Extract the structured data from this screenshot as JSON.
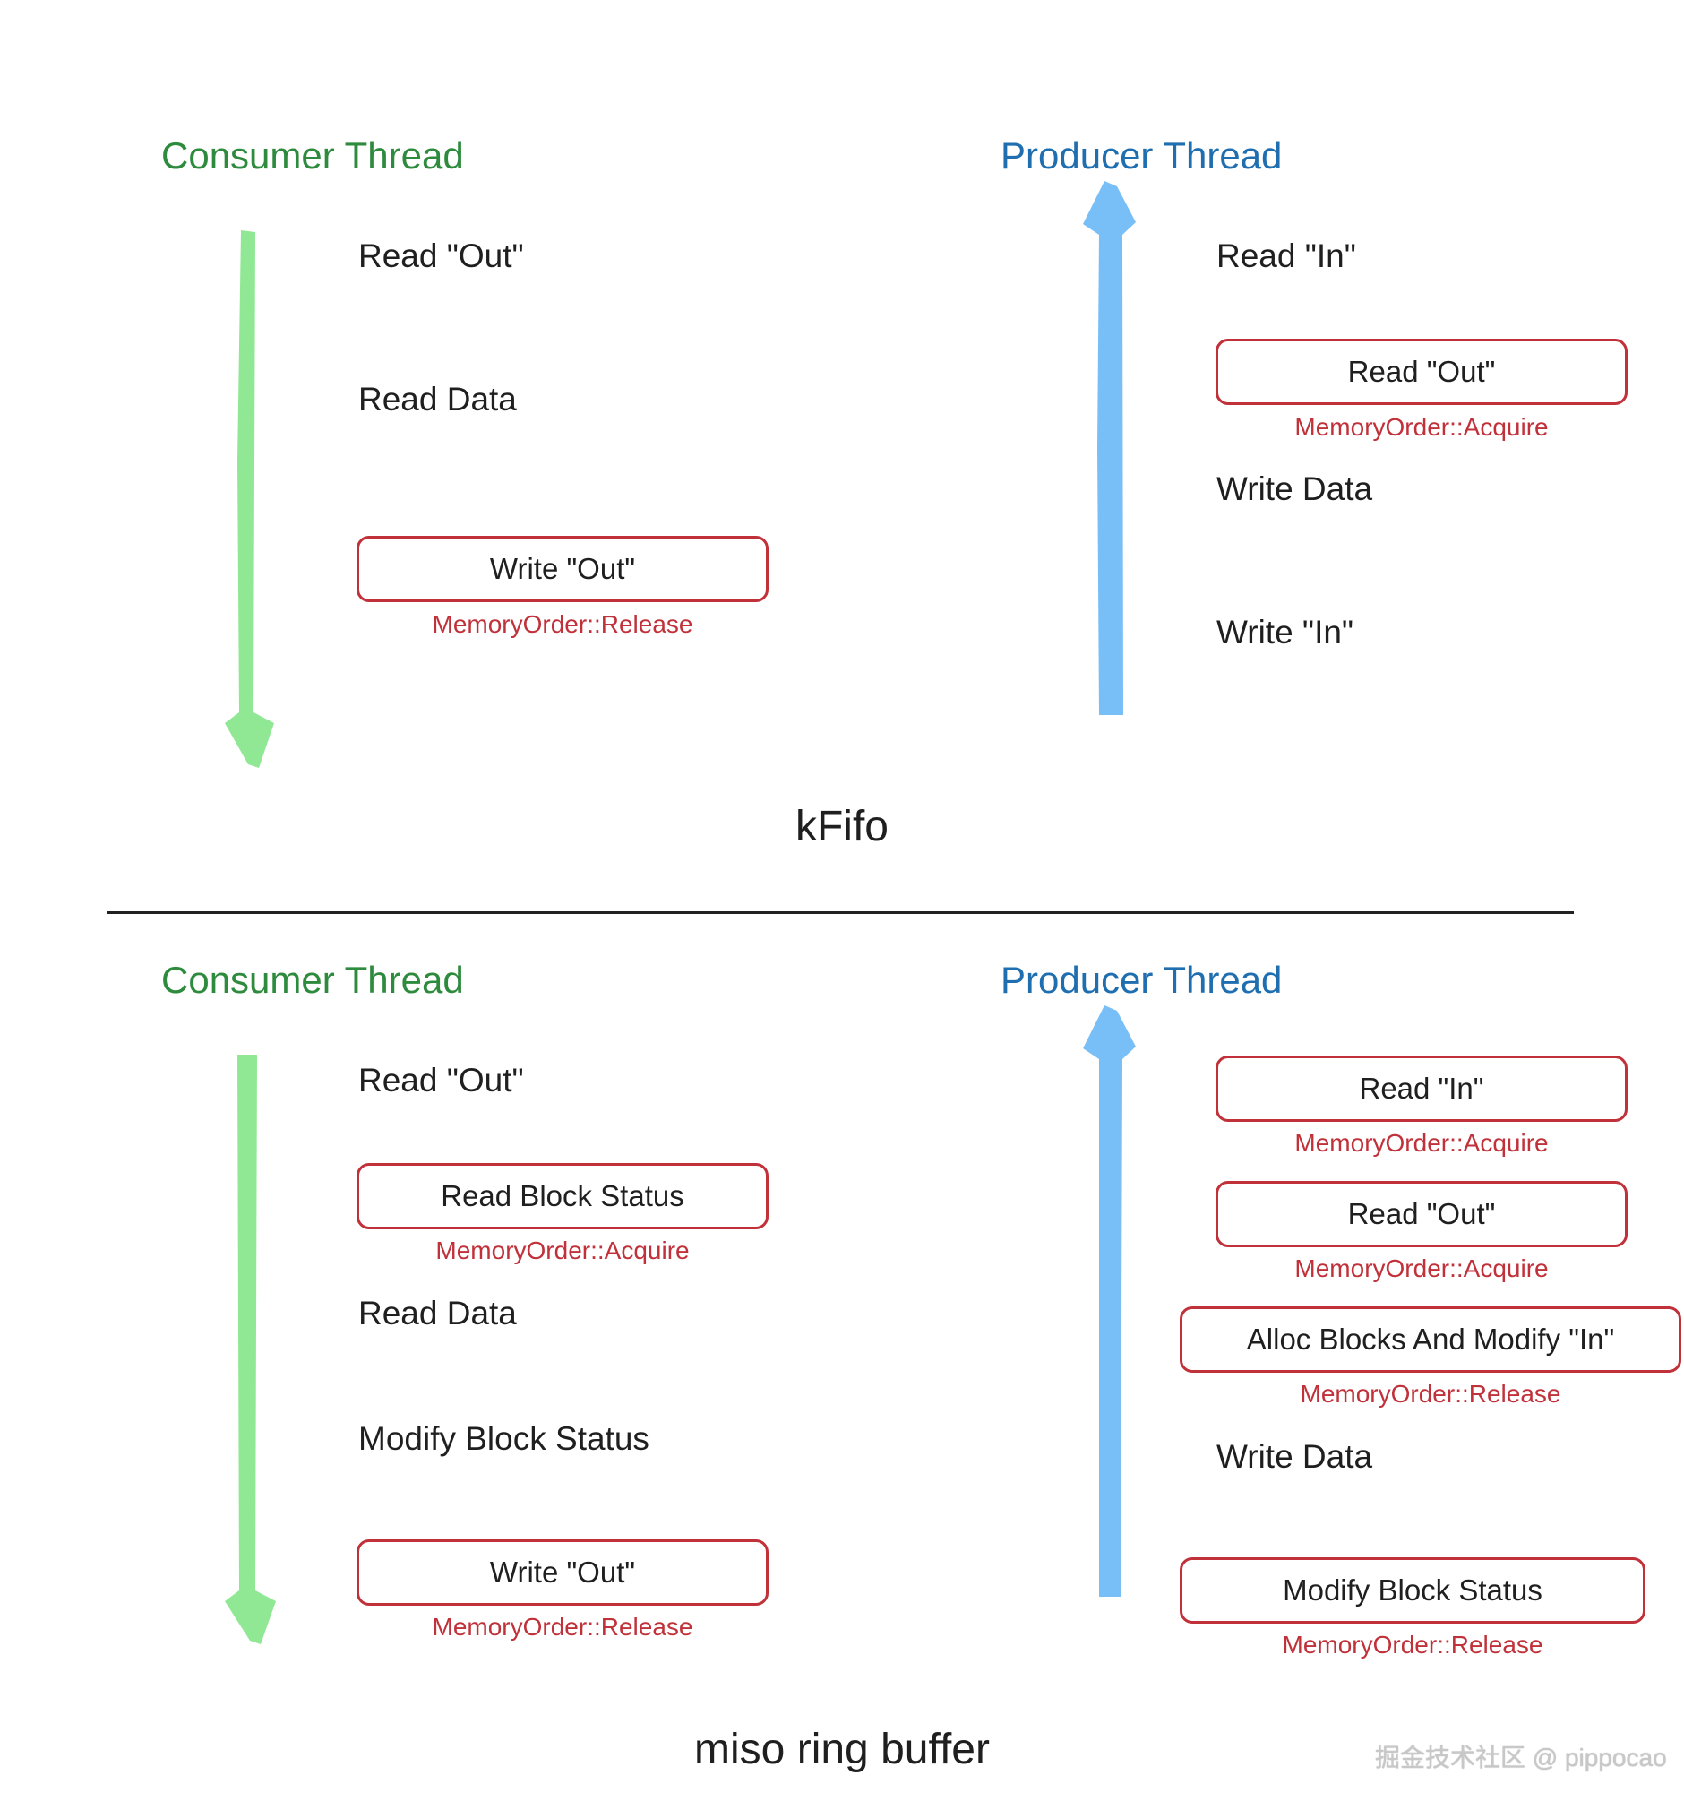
{
  "kfifo": {
    "caption": "kFifo",
    "consumer": {
      "title": "Consumer Thread",
      "step_read_out": "Read \"Out\"",
      "step_read_data": "Read Data",
      "box_write_out": "Write \"Out\"",
      "box_write_out_order": "MemoryOrder::Release"
    },
    "producer": {
      "title": "Producer Thread",
      "step_read_in": "Read \"In\"",
      "box_read_out": "Read \"Out\"",
      "box_read_out_order": "MemoryOrder::Acquire",
      "step_write_data": "Write Data",
      "step_write_in": "Write \"In\""
    }
  },
  "miso": {
    "caption": "miso ring buffer",
    "consumer": {
      "title": "Consumer Thread",
      "step_read_out": "Read \"Out\"",
      "box_read_block_status": "Read Block Status",
      "box_read_block_status_order": "MemoryOrder::Acquire",
      "step_read_data": "Read Data",
      "step_modify_block_status": "Modify Block Status",
      "box_write_out": "Write \"Out\"",
      "box_write_out_order": "MemoryOrder::Release"
    },
    "producer": {
      "title": "Producer Thread",
      "box_read_in": "Read \"In\"",
      "box_read_in_order": "MemoryOrder::Acquire",
      "box_read_out": "Read \"Out\"",
      "box_read_out_order": "MemoryOrder::Acquire",
      "box_alloc": "Alloc Blocks And Modify \"In\"",
      "box_alloc_order": "MemoryOrder::Release",
      "step_write_data": "Write Data",
      "box_modify_block_status": "Modify Block Status",
      "box_modify_block_status_order": "MemoryOrder::Release"
    }
  },
  "watermark": "掘金技术社区 @ pippocao",
  "colors": {
    "consumer_arrow": "#90e894",
    "producer_arrow": "#78bff8",
    "box_border": "#c0313a",
    "consumer_text": "#2e8b3e",
    "producer_text": "#1f6fb0"
  }
}
